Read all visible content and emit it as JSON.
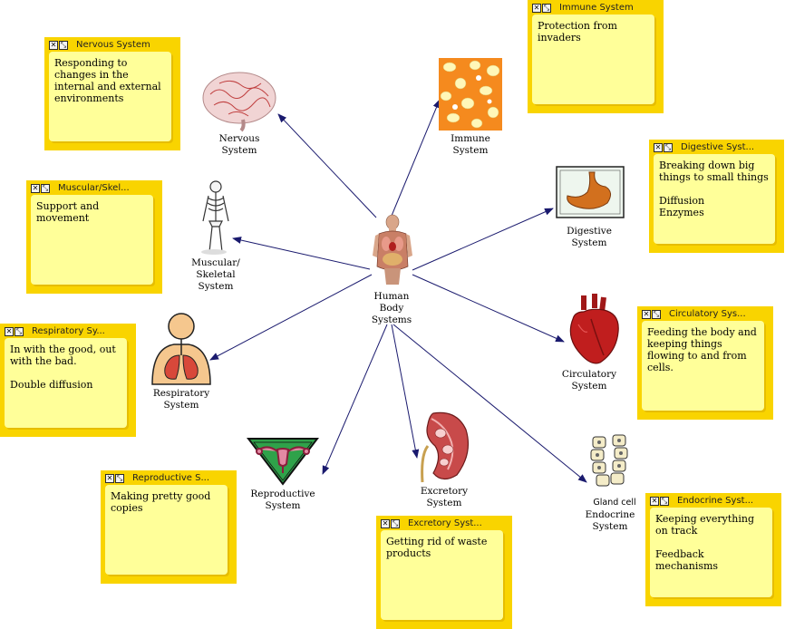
{
  "center": {
    "label": "Human\nBody\nSystems"
  },
  "systems": [
    {
      "id": "nervous",
      "label": "Nervous\nSystem"
    },
    {
      "id": "immune",
      "label": "Immune\nSystem"
    },
    {
      "id": "digestive",
      "label": "Digestive\nSystem"
    },
    {
      "id": "muscular",
      "label": "Muscular/\nSkeletal\nSystem"
    },
    {
      "id": "respiratory",
      "label": "Respiratory\nSystem"
    },
    {
      "id": "circulatory",
      "label": "Circulatory\nSystem"
    },
    {
      "id": "reproductive",
      "label": "Reproductive\nSystem"
    },
    {
      "id": "excretory",
      "label": "Excretory\nSystem"
    },
    {
      "id": "endocrine",
      "label": "Endocrine\nSystem",
      "image_caption": "Gland cell"
    }
  ],
  "notes": [
    {
      "id": "nervous",
      "title": "Nervous System",
      "text": "Responding to changes in the internal and external environments"
    },
    {
      "id": "immune",
      "title": "Immune System",
      "text": "Protection from invaders"
    },
    {
      "id": "digestive",
      "title": "Digestive Syst...",
      "text": "Breaking down big things to small things\n\nDiffusion\nEnzymes"
    },
    {
      "id": "muscular",
      "title": "Muscular/Skel...",
      "text": "Support and movement"
    },
    {
      "id": "respiratory",
      "title": "Respiratory Sy...",
      "text": "In with the good, out with the bad.\n\nDouble diffusion"
    },
    {
      "id": "circulatory",
      "title": "Circulatory Sys...",
      "text": "Feeding the body and keeping things flowing to and from cells."
    },
    {
      "id": "reproductive",
      "title": "Reproductive S...",
      "text": "Making pretty good copies"
    },
    {
      "id": "excretory",
      "title": "Excretory Syst...",
      "text": "Getting rid of waste products"
    },
    {
      "id": "endocrine",
      "title": "Endocrine Syst...",
      "text": "Keeping everything on track\n\nFeedback mechanisms"
    }
  ],
  "note_buttons": {
    "close": "✕",
    "resize": "⤡"
  },
  "colors": {
    "note_frame": "#f9d400",
    "note_body": "#ffff99",
    "arrow": "#1a1a6e"
  }
}
